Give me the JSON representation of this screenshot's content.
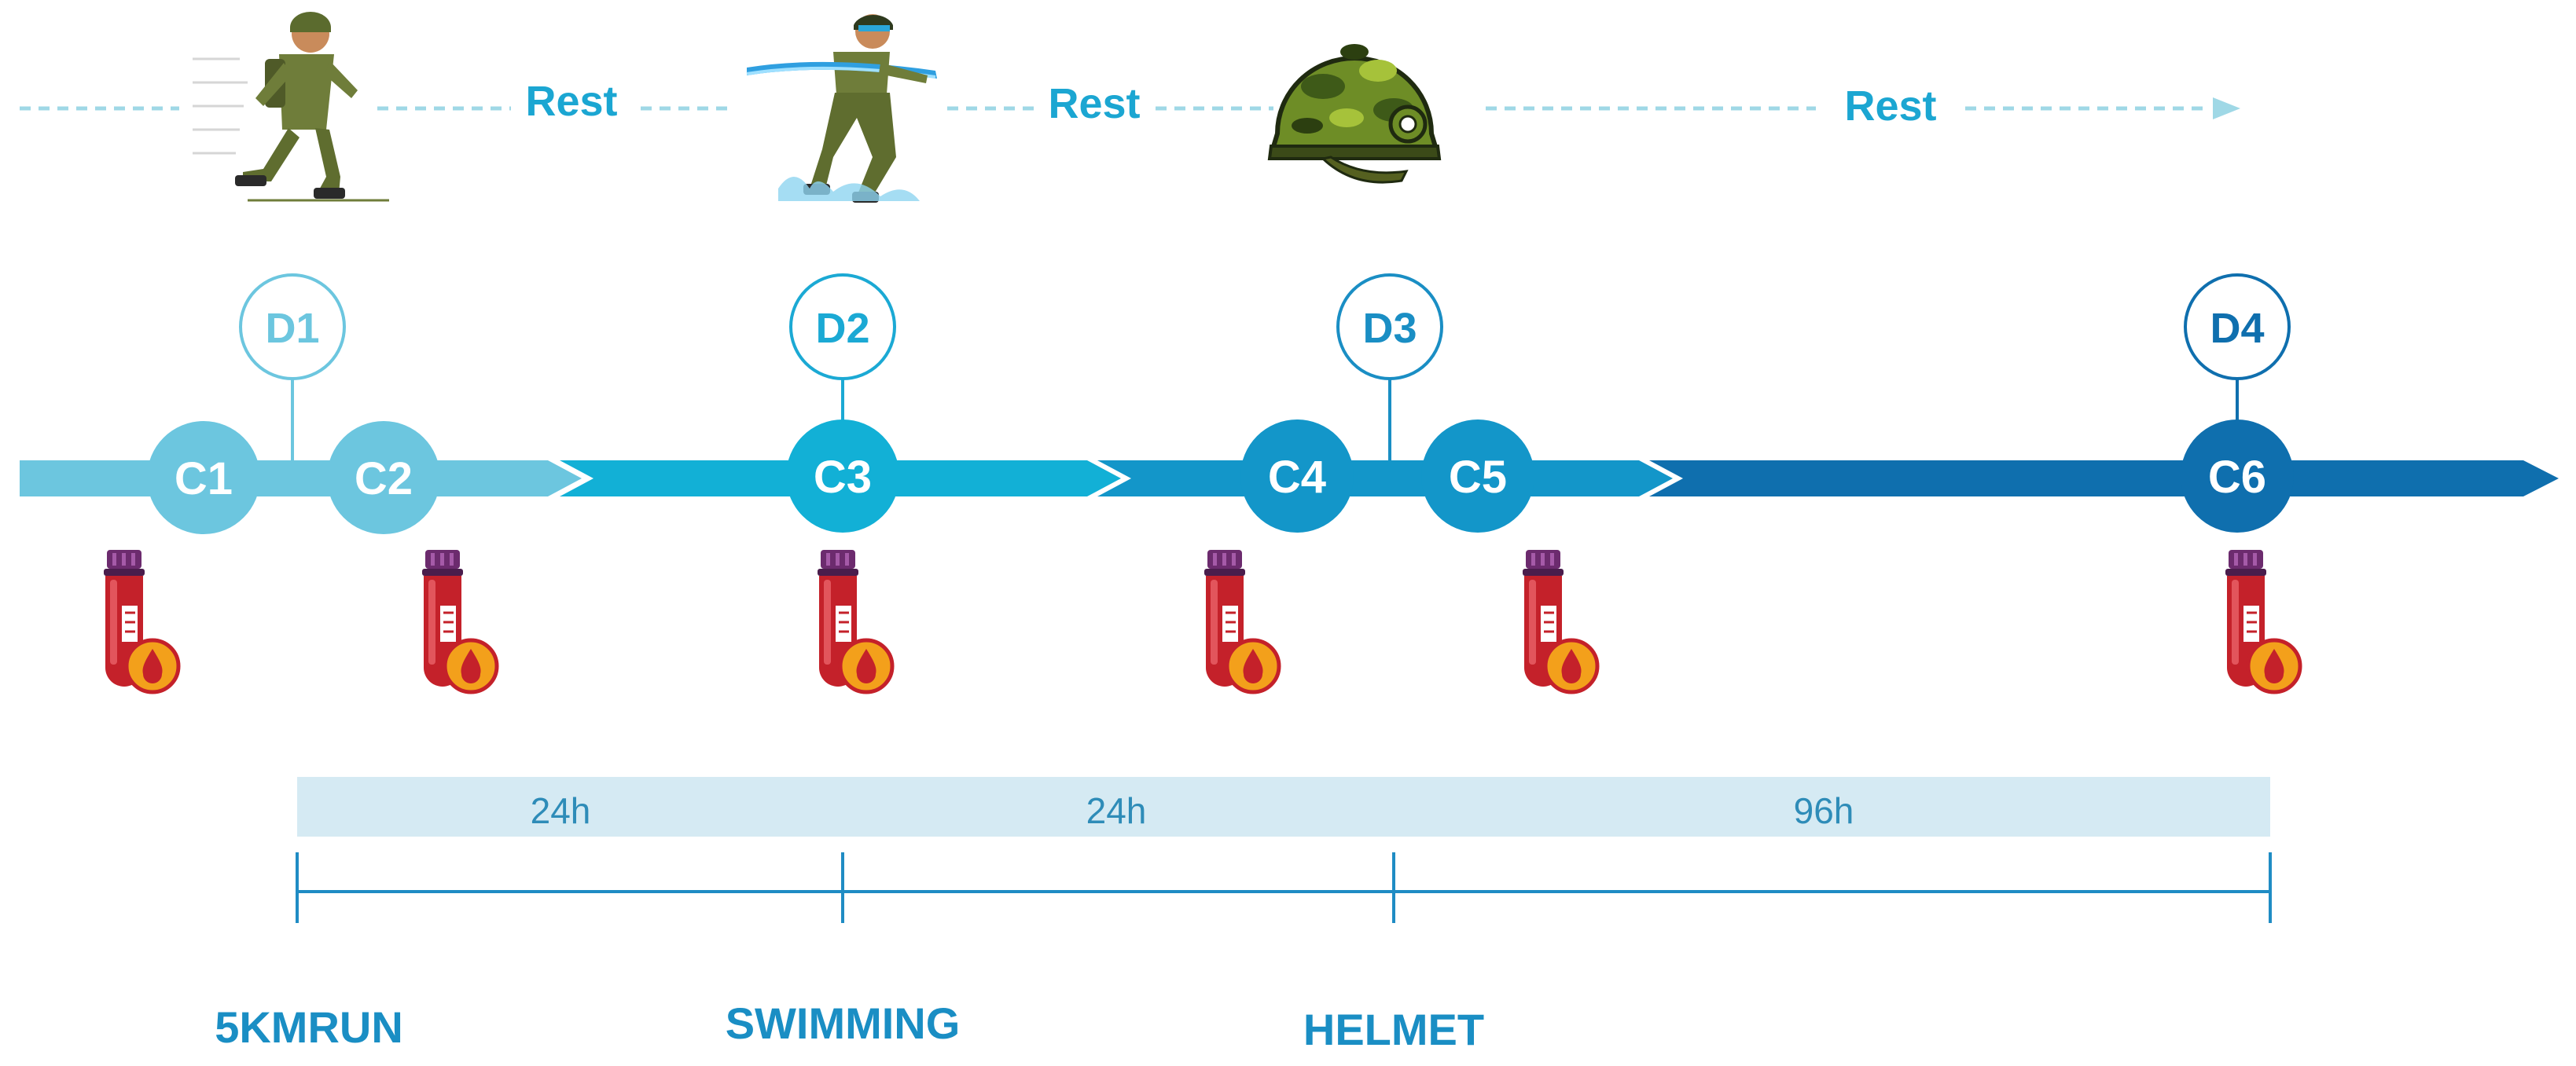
{
  "colors": {
    "rest_line": "#9fd8e6",
    "rest_text": "#1ba6d2",
    "segment_1": "#6cc6df",
    "segment_2": "#12b0d6",
    "segment_3": "#1396c9",
    "segment_4": "#0f6fae",
    "day_1": "#6cc6df",
    "day_2": "#1ba9d4",
    "day_3": "#1a8ec4",
    "day_4": "#0f6fae",
    "interval_band": "#d5eaf3",
    "interval_text": "#2e8cb8",
    "axis": "#1f8cc4",
    "activity_text": "#1a8ec4",
    "tube_red": "#c4212a",
    "tube_cap": "#6c2b6e",
    "drop_badge": "#f3a01b"
  },
  "rest_labels": [
    "Rest",
    "Rest",
    "Rest"
  ],
  "activity_icons": [
    {
      "icon": "running-soldier-icon"
    },
    {
      "icon": "swimming-soldier-icon"
    },
    {
      "icon": "camouflage-helmet-icon"
    }
  ],
  "days": [
    {
      "label": "D1"
    },
    {
      "label": "D2"
    },
    {
      "label": "D3"
    },
    {
      "label": "D4"
    }
  ],
  "collections": [
    {
      "label": "C1",
      "icon": "blood-sample-tube-icon"
    },
    {
      "label": "C2",
      "icon": "blood-sample-tube-icon"
    },
    {
      "label": "C3",
      "icon": "blood-sample-tube-icon"
    },
    {
      "label": "C4",
      "icon": "blood-sample-tube-icon"
    },
    {
      "label": "C5",
      "icon": "blood-sample-tube-icon"
    },
    {
      "label": "C6",
      "icon": "blood-sample-tube-icon"
    }
  ],
  "intervals": [
    "24h",
    "24h",
    "96h"
  ],
  "activities": [
    "5KMRUN",
    "SWIMMING",
    "HELMET"
  ]
}
